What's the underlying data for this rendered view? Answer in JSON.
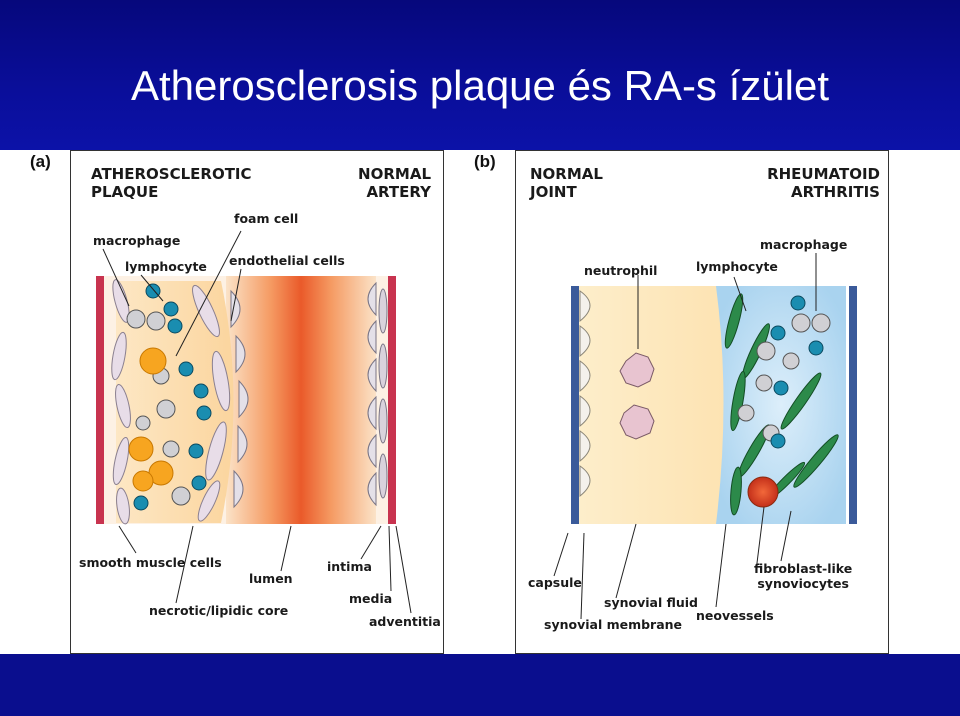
{
  "slide": {
    "title": "Atherosclerosis plaque és RA-s ízület"
  },
  "panel_a": {
    "label": "(a)",
    "heading_left": [
      "ATHEROSCLEROTIC",
      "PLAQUE"
    ],
    "heading_right": [
      "NORMAL",
      "ARTERY"
    ],
    "labels": {
      "foam_cell": "foam cell",
      "macrophage": "macrophage",
      "lymphocyte": "lymphocyte",
      "endothelial_cells": "endothelial cells",
      "smooth_muscle_cells": "smooth muscle cells",
      "lumen": "lumen",
      "intima": "intima",
      "necrotic_core": "necrotic/lipidic core",
      "media": "media",
      "adventitia": "adventitia"
    }
  },
  "panel_b": {
    "label": "(b)",
    "heading_left": [
      "NORMAL",
      "JOINT"
    ],
    "heading_right": [
      "RHEUMATOID",
      "ARTHRITIS"
    ],
    "labels": {
      "macrophage": "macrophage",
      "neutrophil": "neutrophil",
      "lymphocyte": "lymphocyte",
      "capsule": "capsule",
      "fibroblast_line1": "fibroblast-like",
      "fibroblast_line2": "synoviocytes",
      "synovial_fluid": "synovial fluid",
      "neovessels": "neovessels",
      "synovial_membrane": "synovial membrane"
    }
  },
  "colors": {
    "header_blue": "#0a0e9a",
    "vessel_red": "#c8334f",
    "capsule_blue": "#3a5a9a",
    "lumen_orange": "#ef6a32",
    "lymphocyte_teal": "#1a8db0",
    "fibroblast_green": "#2c8a4a"
  }
}
